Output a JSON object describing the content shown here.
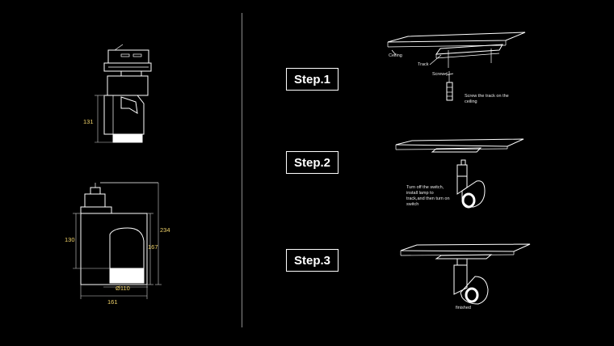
{
  "dimensions": {
    "height_131": "131",
    "height_130": "130",
    "height_167": "167",
    "height_234": "234",
    "width_161": "161",
    "diameter_110": "Ø110"
  },
  "steps": [
    {
      "label": "Step.1",
      "note": "Screw the track on the ceiling"
    },
    {
      "label": "Step.2",
      "note": "Turn off the switch, install lamp to track,and then turn on switch"
    },
    {
      "label": "Step.3",
      "note": "finished"
    }
  ],
  "step1_labels": {
    "ceiling": "Ceiling",
    "track": "Track",
    "screw": "Screw"
  },
  "colors": {
    "background": "#000000",
    "lines": "#ffffff",
    "dimension_text": "#f1d36a",
    "divider": "#8c8c8c"
  }
}
